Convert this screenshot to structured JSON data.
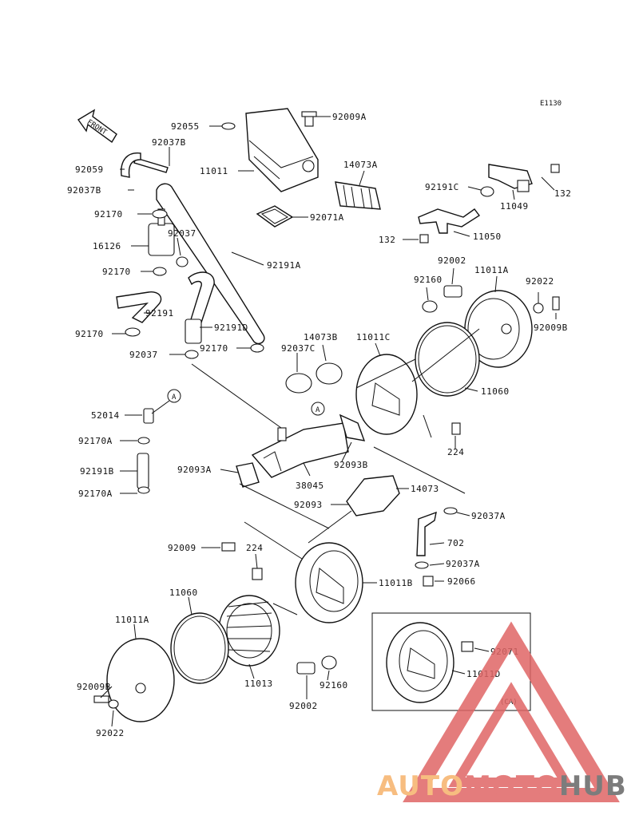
{
  "diagram_code": "E1130",
  "front_label": "FRONT",
  "callouts": [
    "92055",
    "92037B",
    "92059",
    "92037B",
    "92170",
    "16126",
    "92037",
    "92170",
    "92191",
    "92170",
    "92037",
    "92191D",
    "92170",
    "92191A",
    "11011",
    "92009A",
    "14073A",
    "92071A",
    "92191C",
    "132",
    "11049",
    "132",
    "11050",
    "92002",
    "11011A",
    "92160",
    "92022",
    "92009B",
    "14073B",
    "11011C",
    "92037C",
    "11060",
    "224",
    "52014",
    "92170A",
    "92191B",
    "92170A",
    "92093A",
    "38045",
    "92093B",
    "14073",
    "92093",
    "92037A",
    "702",
    "92037A",
    "92066",
    "92009",
    "224",
    "11011B",
    "11060",
    "11011A",
    "11013",
    "92160",
    "92002",
    "92009B",
    "92022",
    "92071",
    "11011D"
  ],
  "ref_markers": [
    "A",
    "A"
  ],
  "inset_label": "(CA)",
  "watermark": {
    "word_a": "AUTO",
    "word_b": "MOTO",
    "word_c": "HUB",
    "color_a": "#f6b26b",
    "color_b": "#e06666",
    "color_c": "#666666"
  }
}
